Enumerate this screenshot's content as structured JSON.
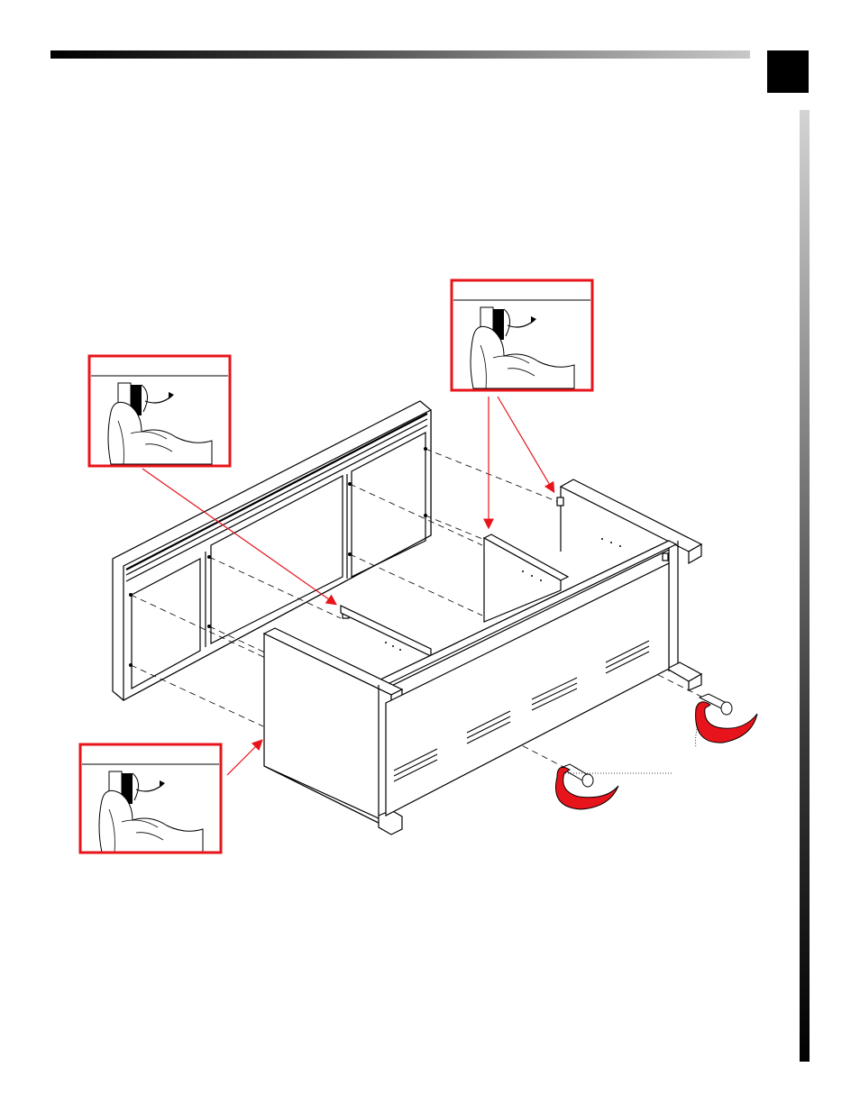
{
  "page": {
    "header_bar": "header-gradient-bar",
    "step_box": "step-number-box",
    "side_bar": "side-gradient-bar"
  },
  "diagram": {
    "subject": "cabinet-assembly-exploded-view",
    "callout_border_color": "#e8141b",
    "arrow_color": "#e8141b",
    "callouts": [
      {
        "id": "callout-left-top",
        "icon": "cam-lock-turn-icon"
      },
      {
        "id": "callout-right-top",
        "icon": "cam-lock-turn-icon"
      },
      {
        "id": "callout-left-bottom",
        "icon": "cam-lock-turn-icon"
      }
    ],
    "rotation_arrows": [
      "rotate-cam-arrow-icon",
      "rotate-cam-arrow-icon"
    ]
  }
}
